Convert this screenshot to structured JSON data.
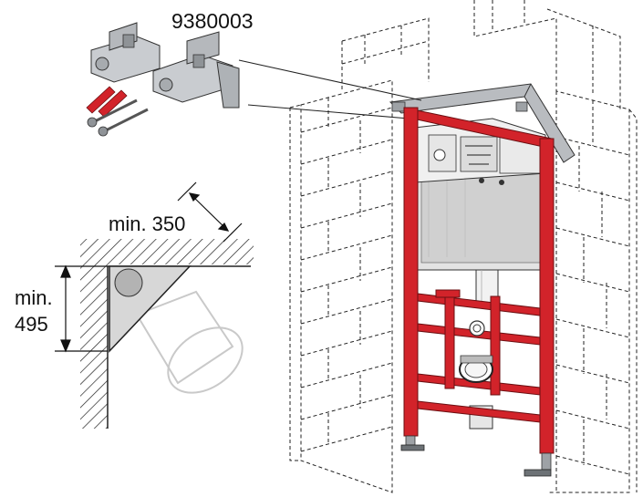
{
  "diagram": {
    "part_number": "9380003",
    "dimension_width": "min. 350",
    "dimension_height_line1": "min.",
    "dimension_height_line2": "495"
  },
  "colors": {
    "frame_red": "#d2232a",
    "wall_line": "#222222",
    "cistern_gray": "#d6d6d6",
    "bracket_gray": "#b9bcc0",
    "bowl_gray": "#c9c9c9"
  }
}
